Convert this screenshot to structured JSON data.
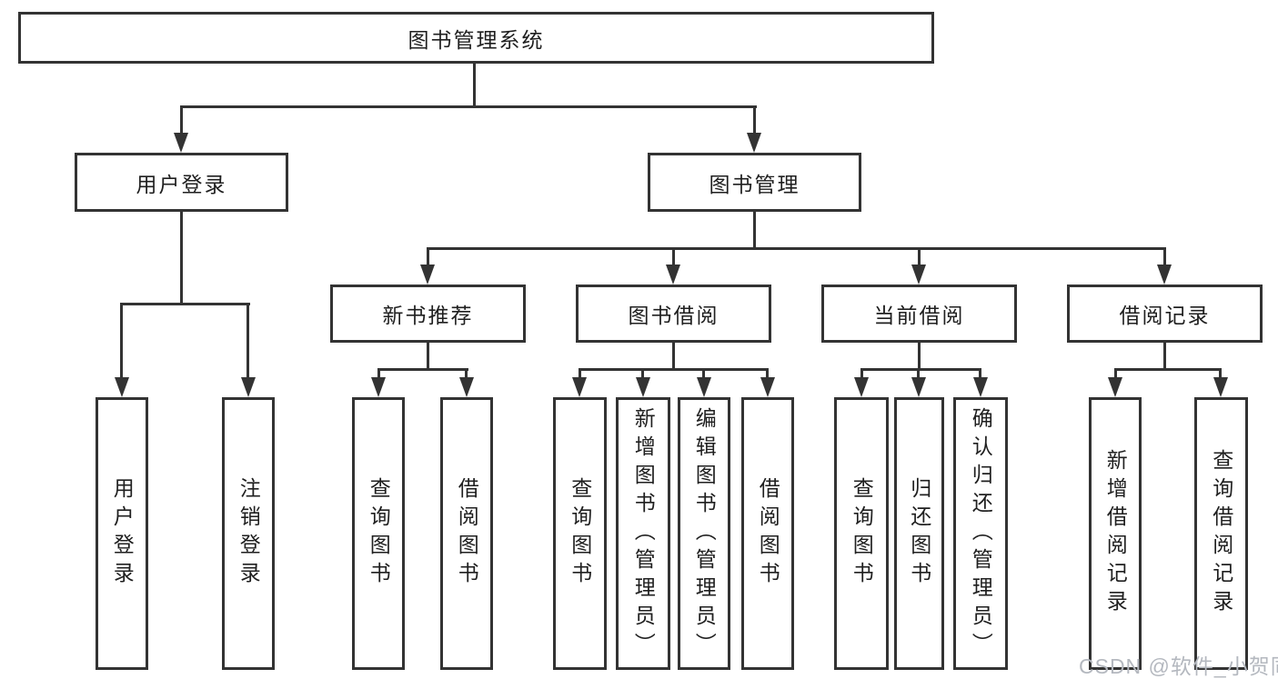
{
  "colors": {
    "line": "#333333",
    "text": "#1f1f1f",
    "background": "#ffffff",
    "watermark": "#b4b8bf"
  },
  "root": {
    "label": "图书管理系统"
  },
  "branches": [
    {
      "label": "用户登录",
      "children": [
        {
          "label": "用户登录"
        },
        {
          "label": "注销登录"
        }
      ]
    },
    {
      "label": "图书管理",
      "children": [
        {
          "label": "新书推荐",
          "children": [
            {
              "label": "查询图书"
            },
            {
              "label": "借阅图书"
            }
          ]
        },
        {
          "label": "图书借阅",
          "children": [
            {
              "label": "查询图书"
            },
            {
              "label": "新增图书（管理员）"
            },
            {
              "label": "编辑图书（管理员）"
            },
            {
              "label": "借阅图书"
            }
          ]
        },
        {
          "label": "当前借阅",
          "children": [
            {
              "label": "查询图书"
            },
            {
              "label": "归还图书"
            },
            {
              "label": "确认归还（管理员）"
            }
          ]
        },
        {
          "label": "借阅记录",
          "children": [
            {
              "label": "新增借阅记录"
            },
            {
              "label": "查询借阅记录"
            }
          ]
        }
      ]
    }
  ],
  "watermark": {
    "text": "CSDN @软件_小贺同学"
  }
}
